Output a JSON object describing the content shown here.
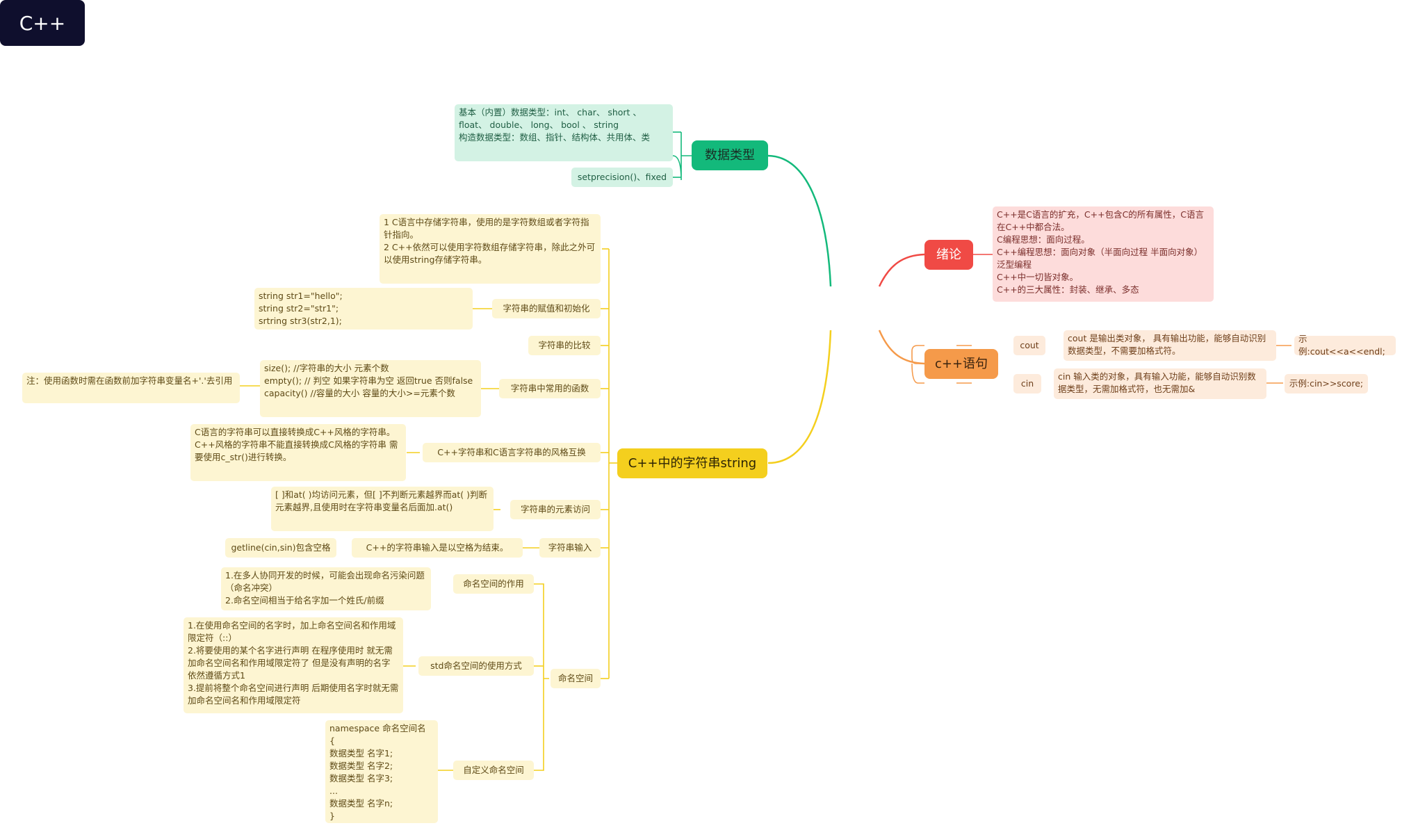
{
  "colors": {
    "root": "#0f0f2d",
    "data_types": "#13b97b",
    "intro": "#f04a45",
    "statements": "#f59a4a",
    "strings": "#f4cf1e"
  },
  "root": {
    "label": "C++"
  },
  "data_types": {
    "label": "数据类型",
    "details": "基本（内置）数据类型：int、 char、 short 、float、 double、 long、 bool 、 string\n构造数据类型：数组、指针、结构体、共用体、类",
    "setprecision": "setprecision()、fixed"
  },
  "intro": {
    "label": "绪论",
    "details": "C++是C语言的扩充，C++包含C的所有属性，C语言在C++中都合法。\nC编程思想：面向过程。\nC++编程思想：面向对象（半面向过程 半面向对象） 泛型编程\nC++中一切皆对象。\nC++的三大属性：封装、继承、多态"
  },
  "statements": {
    "label": "c++语句",
    "cout": {
      "label": "cout",
      "desc": "cout 是输出类对象， 具有输出功能，能够自动识别数据类型，不需要加格式符。",
      "example": "示例:cout<<a<<endl;"
    },
    "cin": {
      "label": "cin",
      "desc": "cin 输入类的对象，具有输入功能，能够自动识别数据类型，无需加格式符，也无需加&",
      "example": "示例:cin>>score;"
    }
  },
  "strings": {
    "label": "C++中的字符串string",
    "intro": "1 C语言中存储字符串，使用的是字符数组或者字符指针指向。\n2 C++依然可以使用字符数组存储字符串，除此之外可以使用string存储字符串。",
    "assign": {
      "label": "字符串的赋值和初始化",
      "code": "string str1=\"hello\";\n string str2=\"str1\";\n srtring str3(str2,1);"
    },
    "compare": {
      "label": "字符串的比较"
    },
    "functions": {
      "label": "字符串中常用的函数",
      "list": "size();    //字符串的大小 元素个数\nempty(); // 判空 如果字符串为空 返回true 否则false\ncapacity()  //容量的大小  容量的大小>=元素个数",
      "note": "注：使用函数时需在函数前加字符串变量名+'.'去引用"
    },
    "convert": {
      "label": "C++字符串和C语言字符串的风格互换",
      "desc": "C语言的字符串可以直接转换成C++风格的字符串。\nC++风格的字符串不能直接转换成C风格的字符串 需要使用c_str()进行转换。"
    },
    "access": {
      "label": "字符串的元素访问",
      "desc": "[ ]和at( )均访问元素，但[ ]不判断元素越界而at( )判断元素越界,且使用时在字符串变量名后面加.at()"
    },
    "input": {
      "label": "字符串输入",
      "desc": "C++的字符串输入是以空格为结束。",
      "getline": "getline(cin,sin)包含空格"
    },
    "namespace": {
      "label": "命名空间",
      "purpose": {
        "label": "命名空间的作用",
        "desc": "1.在多人协同开发的时候，可能会出现命名污染问题（命名冲突）\n2.命名空间相当于给名字加一个姓氏/前缀"
      },
      "std": {
        "label": "std命名空间的使用方式",
        "desc": "1.在使用命名空间的名字时，加上命名空间名和作用域限定符（::）\n2.将要使用的某个名字进行声明 在程序使用时 就无需加命名空间名和作用域限定符了 但是没有声明的名字 依然遵循方式1\n3.提前将整个命名空间进行声明 后期使用名字时就无需加命名空间名和作用域限定符"
      },
      "custom": {
        "label": "自定义命名空间",
        "code": "namespace 命名空间名\n{\n    数据类型 名字1;\n    数据类型 名字2;\n    数据类型 名字3;\n    ...\n    数据类型 名字n;\n}"
      }
    }
  }
}
